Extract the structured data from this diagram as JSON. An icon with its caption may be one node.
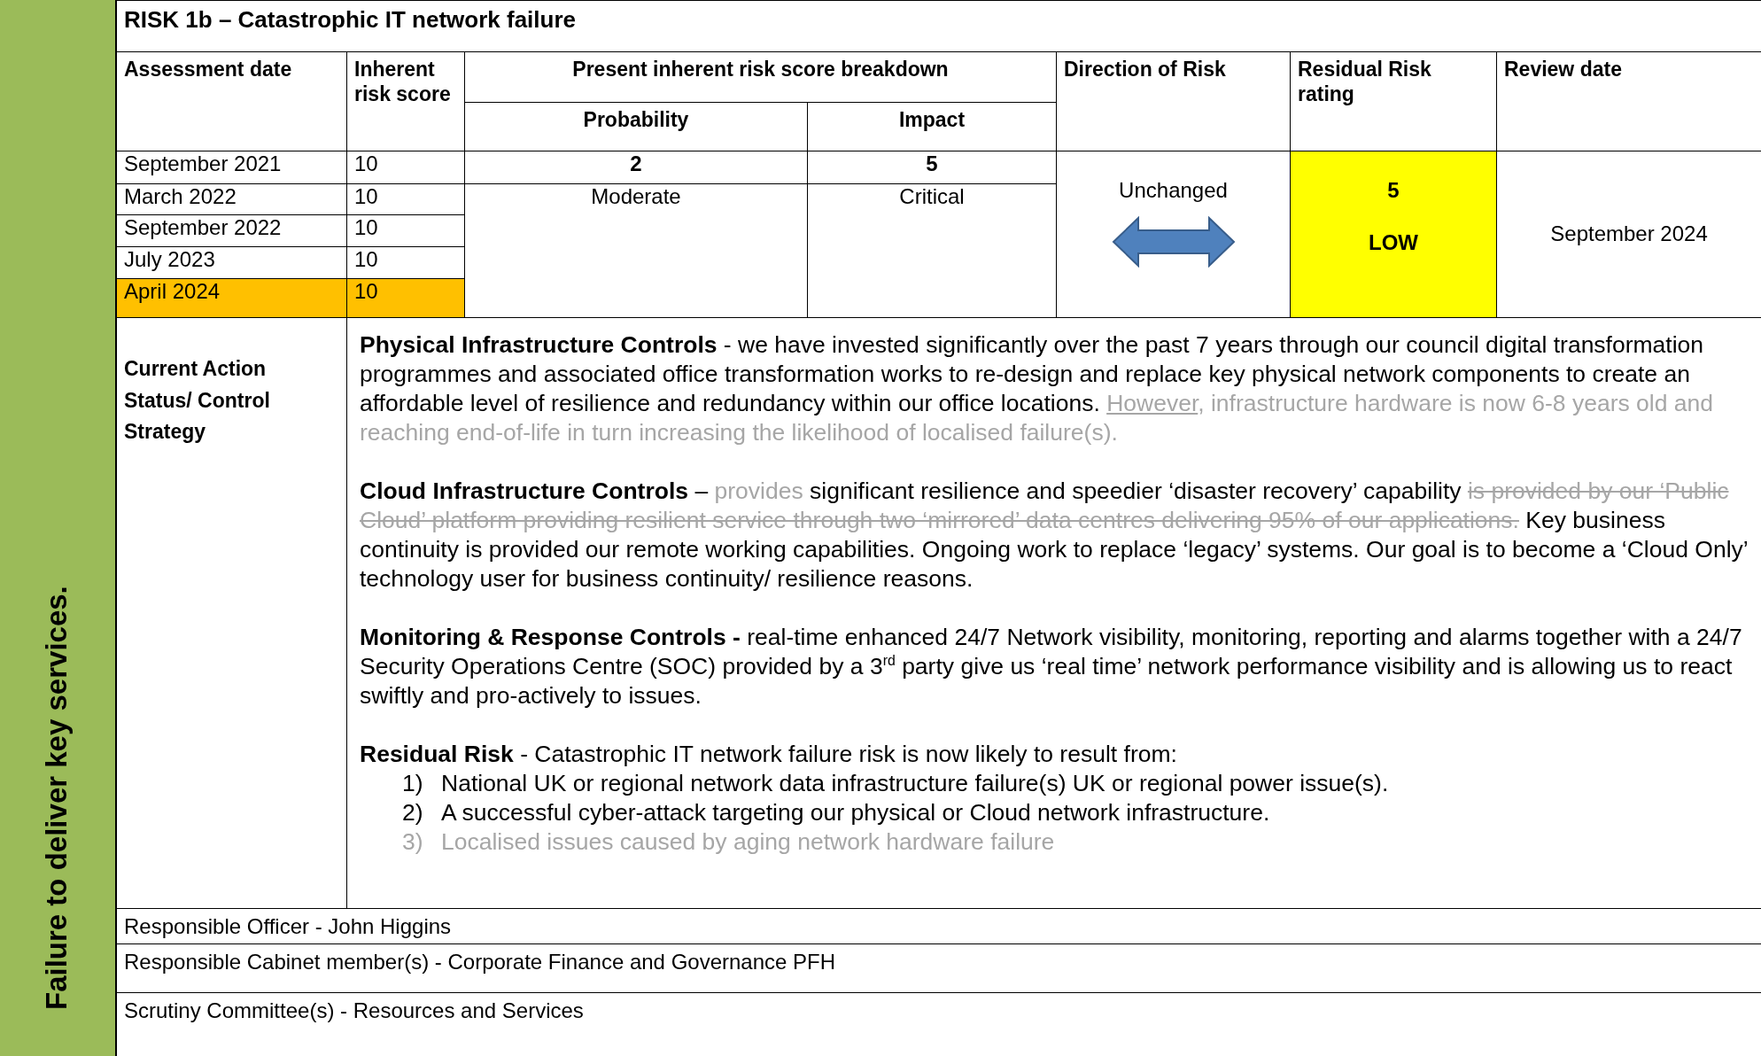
{
  "diagram": {
    "title": "RISK 1b – Catastrophic IT network failure",
    "labels": [
      "Failure to deliver key services.",
      "Assessment date",
      "Inherent risk score",
      "Present inherent risk score breakdown",
      "Direction of Risk",
      "Residual Risk rating",
      "Review date",
      "Probability",
      "Impact",
      "September 2021",
      "10",
      "2",
      "5",
      "Unchanged",
      "5",
      "LOW",
      "September 2024",
      "March 2022",
      "10",
      "Moderate",
      "Critical",
      "September 2022",
      "10",
      "July 2023",
      "10",
      "April 2024",
      "10",
      "Current Action Status/ Control Strategy",
      "**Physical Infrastructure Controls** - we have invested significantly over the past 7 years through our council digital transformation programmes and associated office transformation works to re-design and replace key physical network components to create an affordable level of resilience and redundancy within our office locations.",
      "However",
      ", infrastructure hardware is now 6-8 years old and reaching end-of-life in turn increasing the likelihood of localised failure(s).",
      "**Cloud Infrastructure Controls** –",
      "provides",
      "significant resilience and speedier ‘disaster recovery’ capability",
      "is provided by our ‘Public Cloud’ platform providing resilient service through two ‘mirrored’ data centres delivering 95% of our applications.",
      "Key business continuity is provided our remote working capabilities. Ongoing work to replace ‘legacy’ systems. Our goal is to become a ‘Cloud Only’ technology user for business continuity/ resilience reasons.",
      "**Monitoring & Response Controls -** real-time enhanced 24/7 Network visibility, monitoring, reporting and alarms together with a 24/7 Security Operations Centre (SOC) provided by a 3$^{rd}$ party give us ‘real time’ network performance visibility and is allowing us to react swiftly and pro-actively to issues.",
      "**Residual Risk** - Catastrophic IT network failure risk is now likely to result from:",
      "1)",
      "National UK or regional network data infrastructure failure(s) UK or regional power issue(s).",
      "2)",
      "A successful cyber-attack targeting our physical or Cloud network infrastructure.",
      "3)",
      "Localised issues caused by aging network hardware failure",
      "Responsible Officer - John Higgins",
      "Responsible Cabinet member(s) - Corporate Finance and Governance PFH",
      "Scrutiny Committee(s) - Resources and Services"
    ]
  }
}
